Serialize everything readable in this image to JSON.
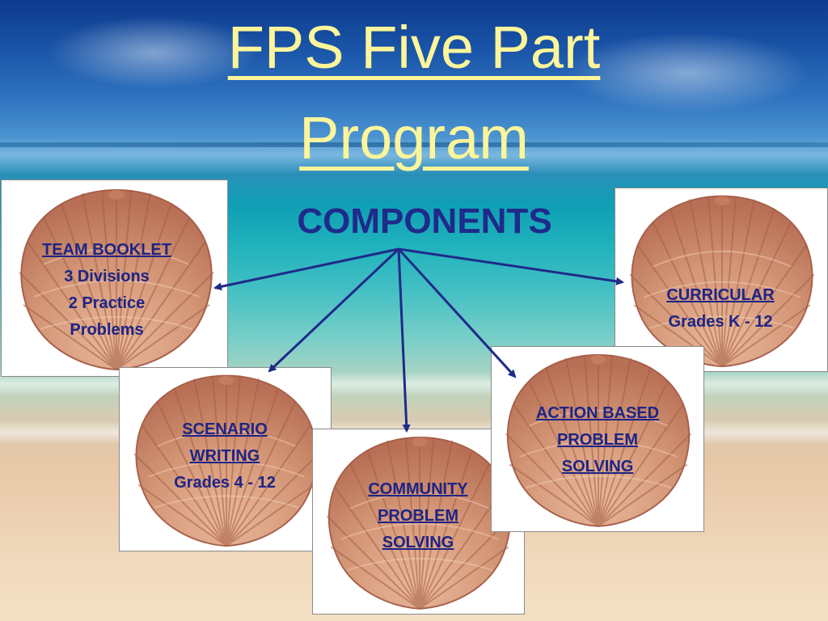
{
  "slide": {
    "title_line1": "FPS Five Part",
    "title_line2": "Program",
    "center_label": "COMPONENTS"
  },
  "components": {
    "team_booklet": {
      "heading": "TEAM BOOKLET",
      "line1": "3 Divisions",
      "line2": "2 Practice",
      "line3": "Problems"
    },
    "curricular": {
      "heading": "CURRICULAR",
      "line1": "Grades K - 12"
    },
    "scenario_writing": {
      "heading1": "SCENARIO",
      "heading2": "WRITING",
      "line1": "Grades 4 - 12"
    },
    "community": {
      "heading1": "COMMUNITY",
      "heading2": "PROBLEM",
      "heading3": "SOLVING"
    },
    "action_based": {
      "heading1": "ACTION BASED",
      "heading2": "PROBLEM",
      "heading3": "SOLVING"
    }
  },
  "colors": {
    "title": "#fdf59a",
    "label_text": "#1d2486",
    "arrow": "#1f2a8a",
    "shell": "#c98a6a",
    "card": "#ffffff"
  }
}
